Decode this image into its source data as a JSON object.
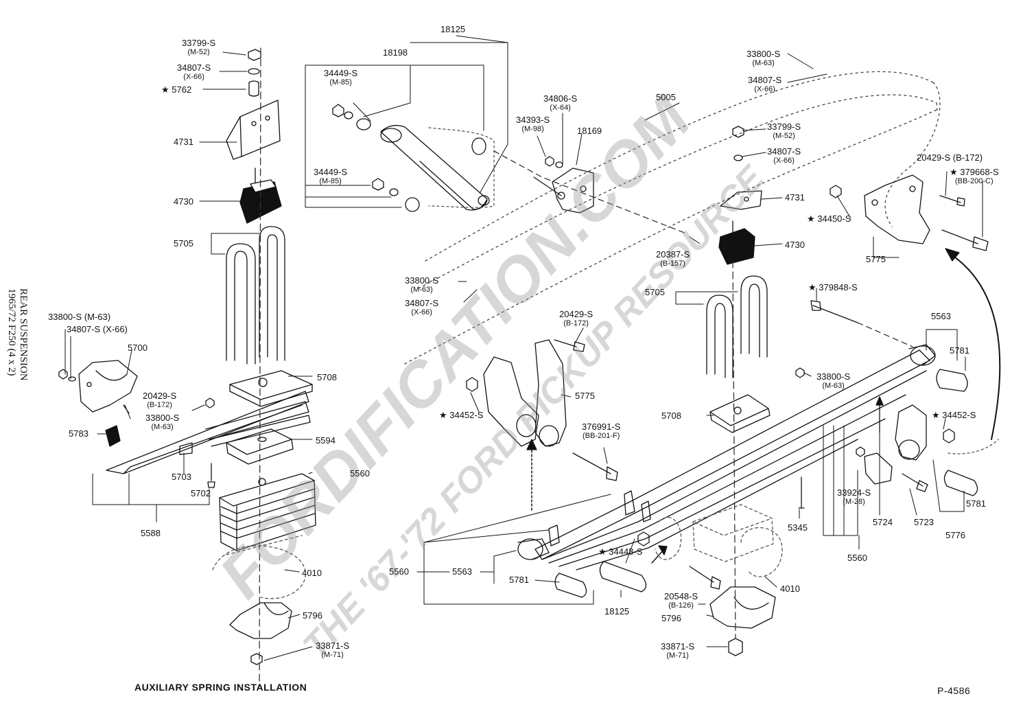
{
  "header": {
    "side_title_line1": "REAR SUSPENSION",
    "side_title_line2": "1965/72  F250 (4 x 2)"
  },
  "footer": {
    "left_caption": "AUXILIARY SPRING INSTALLATION",
    "figure_number": "P-4586"
  },
  "watermark": {
    "main": "FORDIFICATION.COM",
    "sub": "THE '67-'72 FORD PICKUP RESOURCE"
  },
  "callouts": {
    "c18125_top": "18125",
    "c18198": "18198",
    "c34449a": "34449-S",
    "c34449a_sub": "(M-85)",
    "c34449b": "34449-S",
    "c34449b_sub": "(M-85)",
    "c33799a": "33799-S",
    "c33799a_sub": "(M-52)",
    "c34807a": "34807-S",
    "c34807a_sub": "(X-66)",
    "c5762": "★ 5762",
    "c4731a": "4731",
    "c4730a": "4730",
    "c5705a": "5705",
    "c33800a": "33800-S (M-63)",
    "c34807b": "34807-S (X-66)",
    "c5700": "5700",
    "c20429a": "20429-S",
    "c20429a_sub": "(B-172)",
    "c33800b": "33800-S",
    "c33800b_sub": "(M-63)",
    "c5783": "5783",
    "c5703": "5703",
    "c5702": "5702",
    "c5588": "5588",
    "c5708a": "5708",
    "c5594": "5594",
    "c5560a": "5560",
    "c4010a": "4010",
    "c5796a": "5796",
    "c33871a": "33871-S",
    "c33871a_sub": "(M-71)",
    "c34393": "34393-S",
    "c34393_sub": "(M-98)",
    "c34806": "34806-S",
    "c34806_sub": "(X-64)",
    "c18169": "18169",
    "c5005": "5005",
    "c33800c": "33800-S",
    "c33800c_sub": "(M-63)",
    "c34807c": "34807-S",
    "c34807c_sub": "(X-66)",
    "c33799b": "33799-S",
    "c33799b_sub": "(M-52)",
    "c34807d": "34807-S",
    "c34807d_sub": "(X-66)",
    "c4731b": "4731",
    "c4730b": "4730",
    "c20387": "20387-S",
    "c20387_sub": "(B-157)",
    "c20429b": "20429-S (B-172)",
    "c379668": "★ 379668-S",
    "c379668_sub": "(BB-200-C)",
    "c34450": "★ 34450-S",
    "c5775a": "5775",
    "c33800d": "33800-S",
    "c33800d_sub": "(M-63)",
    "c34807e": "34807-S",
    "c34807e_sub": "(X-66)",
    "c20429c": "20429-S",
    "c20429c_sub": "(B-172)",
    "c34452a": "★ 34452-S",
    "c5775b": "5775",
    "c376991": "376991-S",
    "c376991_sub": "(BB-201-F)",
    "c5705b": "5705",
    "c379848": "★ 379848-S",
    "c5708b": "5708",
    "c33800e": "33800-S",
    "c33800e_sub": "(M-63)",
    "c5563a": "5563",
    "c5781a": "5781",
    "c34452b": "★ 34452-S",
    "c5781b": "5781",
    "c5776": "5776",
    "c5723": "5723",
    "c5724": "5724",
    "c33924": "33924-S",
    "c33924_sub": "(M-28)",
    "c5560b": "5560",
    "c5345": "5345",
    "c5560c": "5560",
    "c5563b": "5563",
    "c5781c": "5781",
    "c18125_bot": "18125",
    "c34448": "★ 34448-S",
    "c20548": "20548-S",
    "c20548_sub": "(B-126)",
    "c5796b": "5796",
    "c4010b": "4010",
    "c33871b": "33871-S",
    "c33871b_sub": "(M-71)"
  }
}
